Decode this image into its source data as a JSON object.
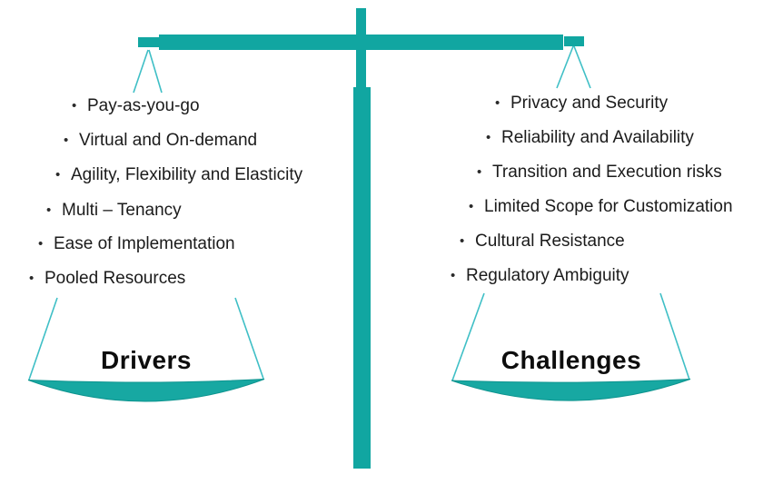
{
  "diagram": {
    "type": "balance-scale-comparison",
    "accent_color": "#11a6a1",
    "line_color": "#3fbfc6",
    "text_color": "#1b1b1b"
  },
  "bullet_glyph": "•",
  "left_pan": {
    "title": "Drivers",
    "items": [
      "Pay-as-you-go",
      "Virtual and On-demand",
      "Agility, Flexibility and Elasticity",
      "Multi – Tenancy",
      "Ease of Implementation",
      "Pooled Resources"
    ]
  },
  "right_pan": {
    "title": "Challenges",
    "items": [
      "Privacy and Security",
      "Reliability and Availability",
      "Transition and Execution risks",
      "Limited Scope for Customization",
      "Cultural Resistance",
      "Regulatory Ambiguity"
    ]
  }
}
